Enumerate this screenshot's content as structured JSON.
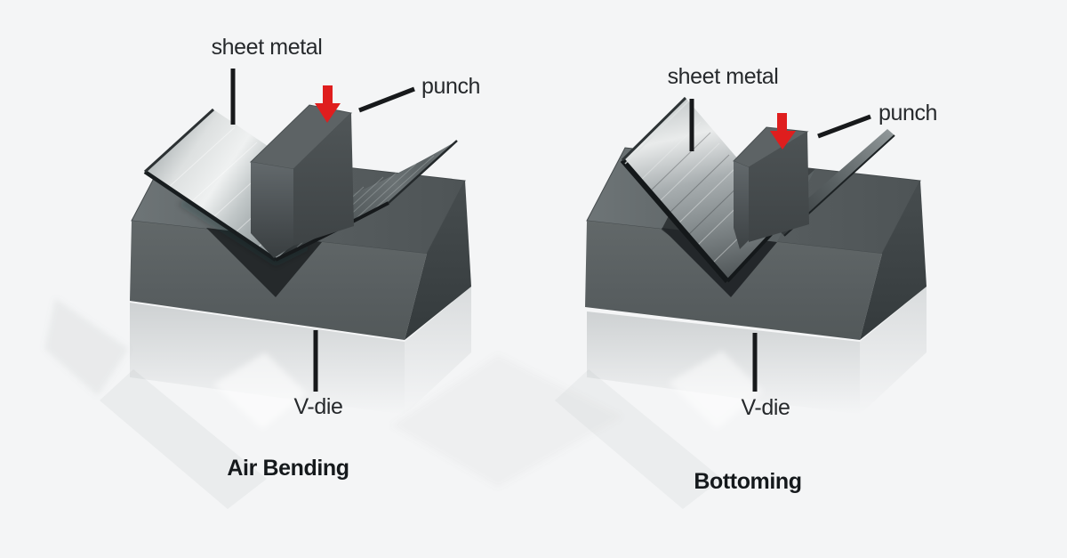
{
  "figure": {
    "background_color": "#f4f5f6",
    "arrow_color": "#df1e1e",
    "callout_line_color": "#17191b",
    "label_text_color": "#26292c",
    "title_text_color": "#15191c",
    "die_metal_color": "#5a6163",
    "die_shadow_color": "#3a4042",
    "sheet_light_color": "#e9ebeb",
    "sheet_dark_color": "#50575a"
  },
  "diagrams": [
    {
      "id": "air-bending",
      "title": "Air Bending",
      "labels": {
        "sheet_metal": "sheet metal",
        "punch": "punch",
        "v_die": "V-die"
      }
    },
    {
      "id": "bottoming",
      "title": "Bottoming",
      "labels": {
        "sheet_metal": "sheet metal",
        "punch": "punch",
        "v_die": "V-die"
      }
    }
  ]
}
